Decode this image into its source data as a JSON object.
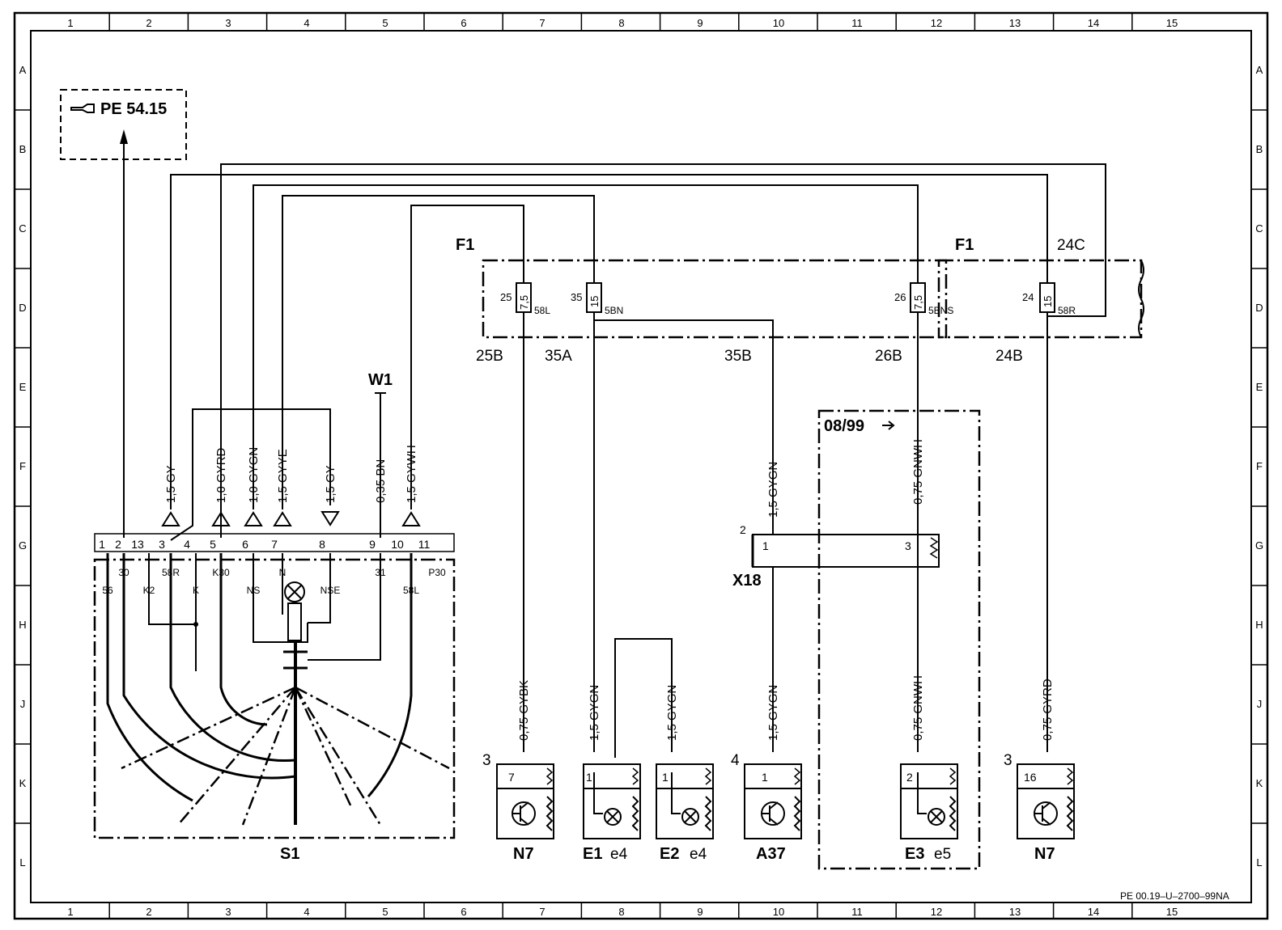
{
  "grid": {
    "columns": [
      "1",
      "2",
      "3",
      "4",
      "5",
      "6",
      "7",
      "8",
      "9",
      "10",
      "11",
      "12",
      "13",
      "14",
      "15"
    ],
    "rows": [
      "A",
      "B",
      "C",
      "D",
      "E",
      "F",
      "G",
      "H",
      "J",
      "K",
      "L"
    ]
  },
  "reference": {
    "icon": "pointing-hand-icon",
    "text": "PE 54.15"
  },
  "ground_label": "W1",
  "switch": {
    "label": "S1",
    "pins": [
      "1",
      "2",
      "13",
      "3",
      "4",
      "5",
      "6",
      "7",
      "8",
      "9",
      "10",
      "11"
    ],
    "terminals": [
      "56",
      "30",
      "K2",
      "58R",
      "K",
      "K30",
      "NS",
      "N",
      "NSE",
      "31",
      "58L",
      "P30"
    ]
  },
  "wires_up": [
    {
      "label": "1,5  GY"
    },
    {
      "label": "1,0  GYRD"
    },
    {
      "label": "1,0  GYGN"
    },
    {
      "label": "1,5  GYYE"
    },
    {
      "label": "1,5  GY"
    },
    {
      "label": "0,35  BN"
    },
    {
      "label": "1,5  GYWH"
    }
  ],
  "fuse_boxes": [
    {
      "label": "F1"
    },
    {
      "label": "F1"
    }
  ],
  "fuses": [
    {
      "number": "25",
      "rating": "7,5",
      "circuit": "58L"
    },
    {
      "number": "35",
      "rating": "15",
      "circuit": "5BN"
    },
    {
      "number": "26",
      "rating": "7,5",
      "circuit": "5BNS"
    },
    {
      "number": "24",
      "rating": "15",
      "circuit": "58R"
    }
  ],
  "bus_labels": [
    "25B",
    "35A",
    "35B",
    "26B",
    "24B",
    "24C"
  ],
  "connector": {
    "label": "X18",
    "pins": [
      "2",
      "1",
      "3"
    ]
  },
  "model_year": "08/99",
  "wires_mid": [
    {
      "label": "1,5  GYGN"
    },
    {
      "label": "0,75  GNWH"
    }
  ],
  "wires_low": [
    {
      "label": "0,75  GYBK"
    },
    {
      "label": "1,5  GYGN"
    },
    {
      "label": "1,5  GYGN"
    },
    {
      "label": "1,5  GYGN"
    },
    {
      "label": "0,75  GNWH"
    },
    {
      "label": "0,75  GYRD"
    }
  ],
  "components": [
    {
      "name": "N7",
      "sub": "",
      "pin": "7",
      "conn": "3"
    },
    {
      "name": "E1",
      "sub": "e4",
      "pin": "1",
      "conn": ""
    },
    {
      "name": "E2",
      "sub": "e4",
      "pin": "1",
      "conn": ""
    },
    {
      "name": "A37",
      "sub": "",
      "pin": "1",
      "conn": "4"
    },
    {
      "name": "E3",
      "sub": "e5",
      "pin": "2",
      "conn": ""
    },
    {
      "name": "N7",
      "sub": "",
      "pin": "16",
      "conn": "3"
    }
  ],
  "drawing_code": "PE 00.19–U–2700–99NA"
}
